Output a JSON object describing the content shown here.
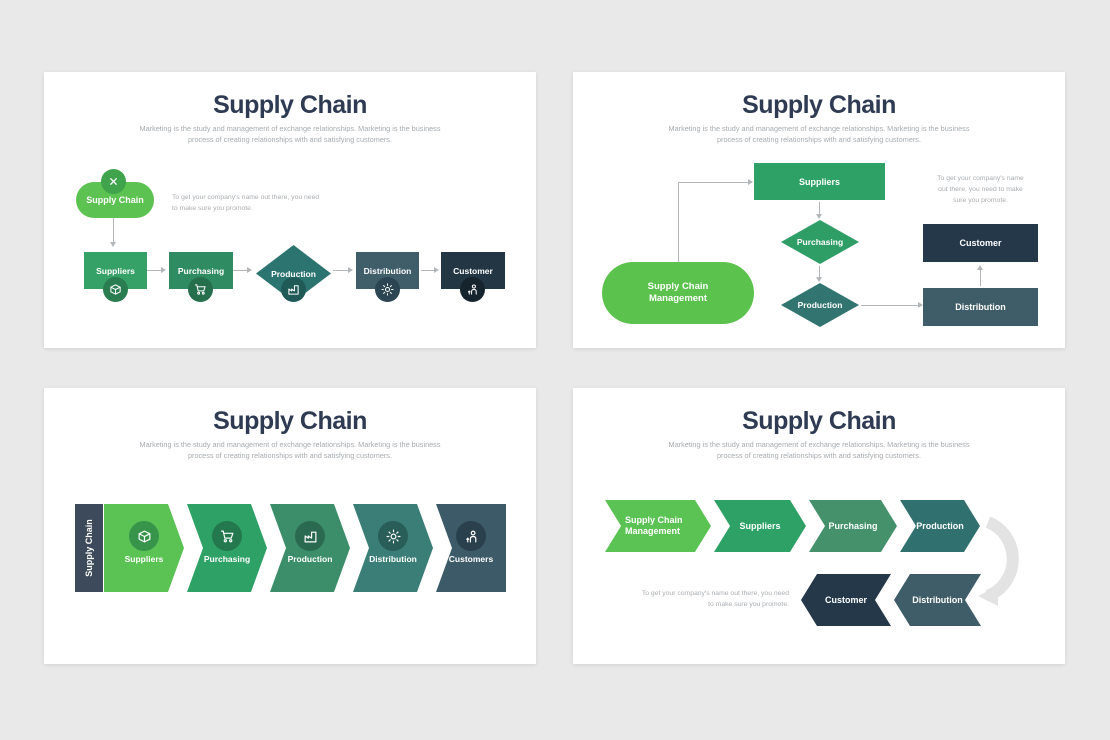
{
  "page": {
    "background": "#e9e9e9",
    "card_background": "#ffffff"
  },
  "palette": {
    "title_text": "#2e3b53",
    "muted_text": "#a6abaf",
    "connector": "#b3b7ba",
    "bright_green": "#5cc251",
    "green": "#2fa266",
    "teal": "#2c7470",
    "slate": "#3f5c69",
    "navy": "#24384a"
  },
  "common": {
    "title": "Supply Chain",
    "subtitle_line1": "Marketing is the study and management of exchange relationships. Marketing is the business",
    "subtitle_line2": "process of creating relationships with and satisfying customers."
  },
  "slide1": {
    "pill": {
      "label": "Supply Chain",
      "color": "#5cc251",
      "badge_color": "#3fa44c",
      "badge_icon": "crossed-tools-icon"
    },
    "note_line1": "To get your company's name out there, you need",
    "note_line2": "to make sure you promote.",
    "steps": [
      {
        "label": "Suppliers",
        "icon": "package-icon",
        "shape": "rect",
        "color": "#35a167",
        "circle": "#2a7c51"
      },
      {
        "label": "Purchasing",
        "icon": "cart-icon",
        "shape": "rect",
        "color": "#2f8c62",
        "circle": "#256f4d"
      },
      {
        "label": "Production",
        "icon": "factory-icon",
        "shape": "diamond",
        "color": "#2c7470",
        "circle": "#1f5a57"
      },
      {
        "label": "Distribution",
        "icon": "gear-icon",
        "shape": "rect",
        "color": "#405d6a",
        "circle": "#2b4552"
      },
      {
        "label": "Customer",
        "icon": "customer-icon",
        "shape": "rect",
        "color": "#233644",
        "circle": "#16242e"
      }
    ]
  },
  "slide2": {
    "pill_label": "Supply Chain Management",
    "pill_color": "#5cc24e",
    "note_line1": "To get your company's name",
    "note_line2": "out there, you need to make",
    "note_line3": "sure you promote.",
    "suppliers": {
      "label": "Suppliers",
      "color": "#2da166"
    },
    "purchasing": {
      "label": "Purchasing",
      "color": "#2f9e66"
    },
    "production": {
      "label": "Production",
      "color": "#317470"
    },
    "customer": {
      "label": "Customer",
      "color": "#24384a"
    },
    "distribution": {
      "label": "Distribution",
      "color": "#3f5c69"
    }
  },
  "slide3": {
    "side_label": "Supply Chain",
    "side_color": "#3c4a5c",
    "steps": [
      {
        "label": "Suppliers",
        "icon": "package-icon",
        "color": "#5bc254",
        "circle": "#36954a"
      },
      {
        "label": "Purchasing",
        "icon": "cart-icon",
        "color": "#2ea266",
        "circle": "#23784d"
      },
      {
        "label": "Production",
        "icon": "factory-icon",
        "color": "#3b8e69",
        "circle": "#2a6a50"
      },
      {
        "label": "Distribution",
        "icon": "gear-icon",
        "color": "#3a7e77",
        "circle": "#295d58"
      },
      {
        "label": "Customers",
        "icon": "customer-icon",
        "color": "#3d5a68",
        "circle": "#2a414d"
      }
    ]
  },
  "slide4": {
    "note_line1": "To get your company's name out there, you need",
    "note_line2": "to make sure you promote.",
    "top_steps": [
      {
        "label": "Supply Chain Management",
        "color": "#5bc254"
      },
      {
        "label": "Suppliers",
        "color": "#2ea266"
      },
      {
        "label": "Purchasing",
        "color": "#45916c"
      },
      {
        "label": "Production",
        "color": "#30706f"
      }
    ],
    "bottom_steps": [
      {
        "label": "Customer",
        "color": "#24384a"
      },
      {
        "label": "Distribution",
        "color": "#3f5c69"
      }
    ]
  }
}
